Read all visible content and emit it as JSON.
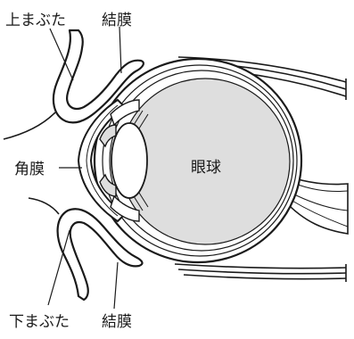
{
  "labels": {
    "upper_eyelid": "上まぶた",
    "conjunctiva_top": "結膜",
    "cornea": "角膜",
    "eyeball": "眼球",
    "lower_eyelid": "下まぶた",
    "conjunctiva_bottom": "結膜"
  },
  "colors": {
    "line": "#1a1a1a",
    "vitreous_fill": "#dedede",
    "background": "#ffffff"
  }
}
